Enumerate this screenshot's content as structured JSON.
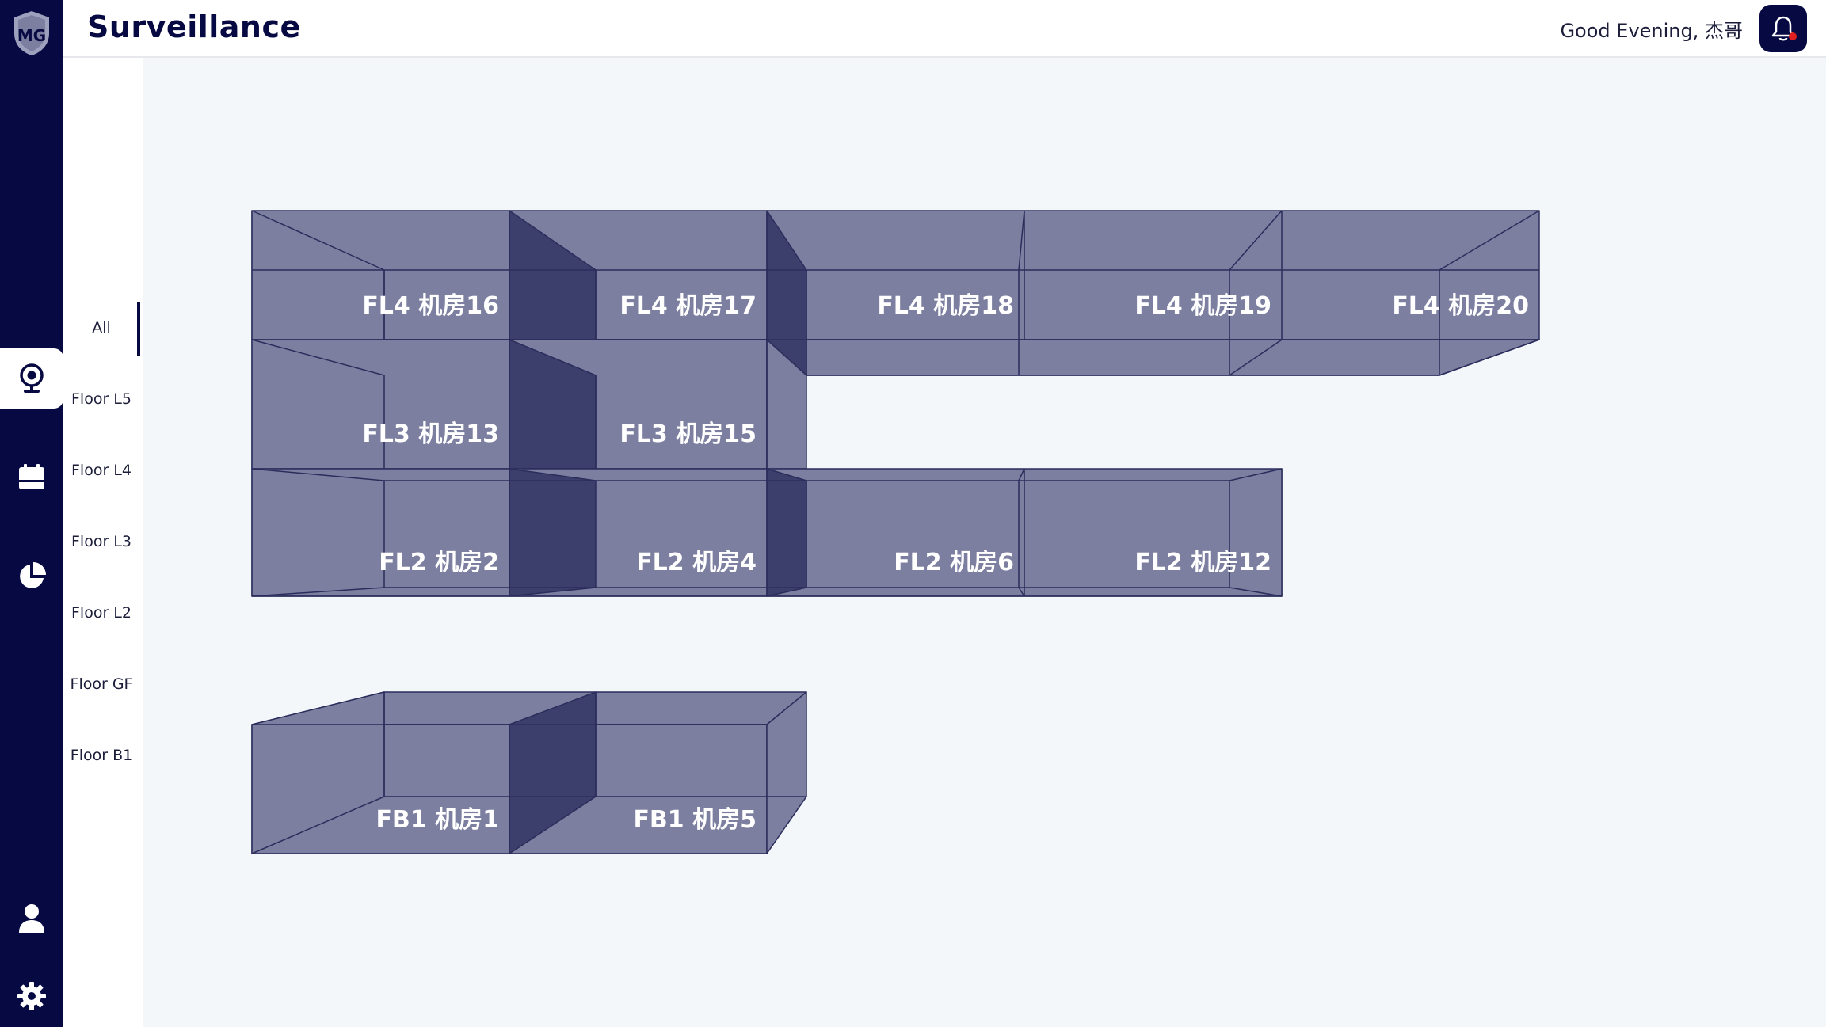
{
  "app": {
    "title": "Surveillance",
    "greeting": "Good Evening, 杰哥",
    "logo_icon": "mg-shield-logo-icon",
    "notification_icon": "bell-icon"
  },
  "colors": {
    "navy": "#070943",
    "room_face": "#7c7fa0",
    "room_dark": "#3c3e6c",
    "canvas_bg": "#f4f7fa"
  },
  "nav": {
    "items": [
      {
        "icon": "camera-icon",
        "active": true
      },
      {
        "icon": "calendar-icon",
        "active": false
      },
      {
        "icon": "pie-chart-icon",
        "active": false
      },
      {
        "icon": "user-icon",
        "active": false
      },
      {
        "icon": "gear-icon",
        "active": false
      }
    ]
  },
  "floors": {
    "selected": "All",
    "items": [
      "All",
      "Floor L5",
      "Floor L4",
      "Floor L3",
      "Floor L2",
      "Floor GF",
      "Floor B1"
    ]
  },
  "rooms": {
    "fl4": [
      "FL4 机房16",
      "FL4 机房17",
      "FL4 机房18",
      "FL4 机房19",
      "FL4 机房20"
    ],
    "fl3": [
      "FL3 机房13",
      "FL3 机房15"
    ],
    "fl2": [
      "FL2 机房2",
      "FL2 机房4",
      "FL2 机房6",
      "FL2 机房12"
    ],
    "fb1": [
      "FB1 机房1",
      "FB1 机房5"
    ]
  }
}
